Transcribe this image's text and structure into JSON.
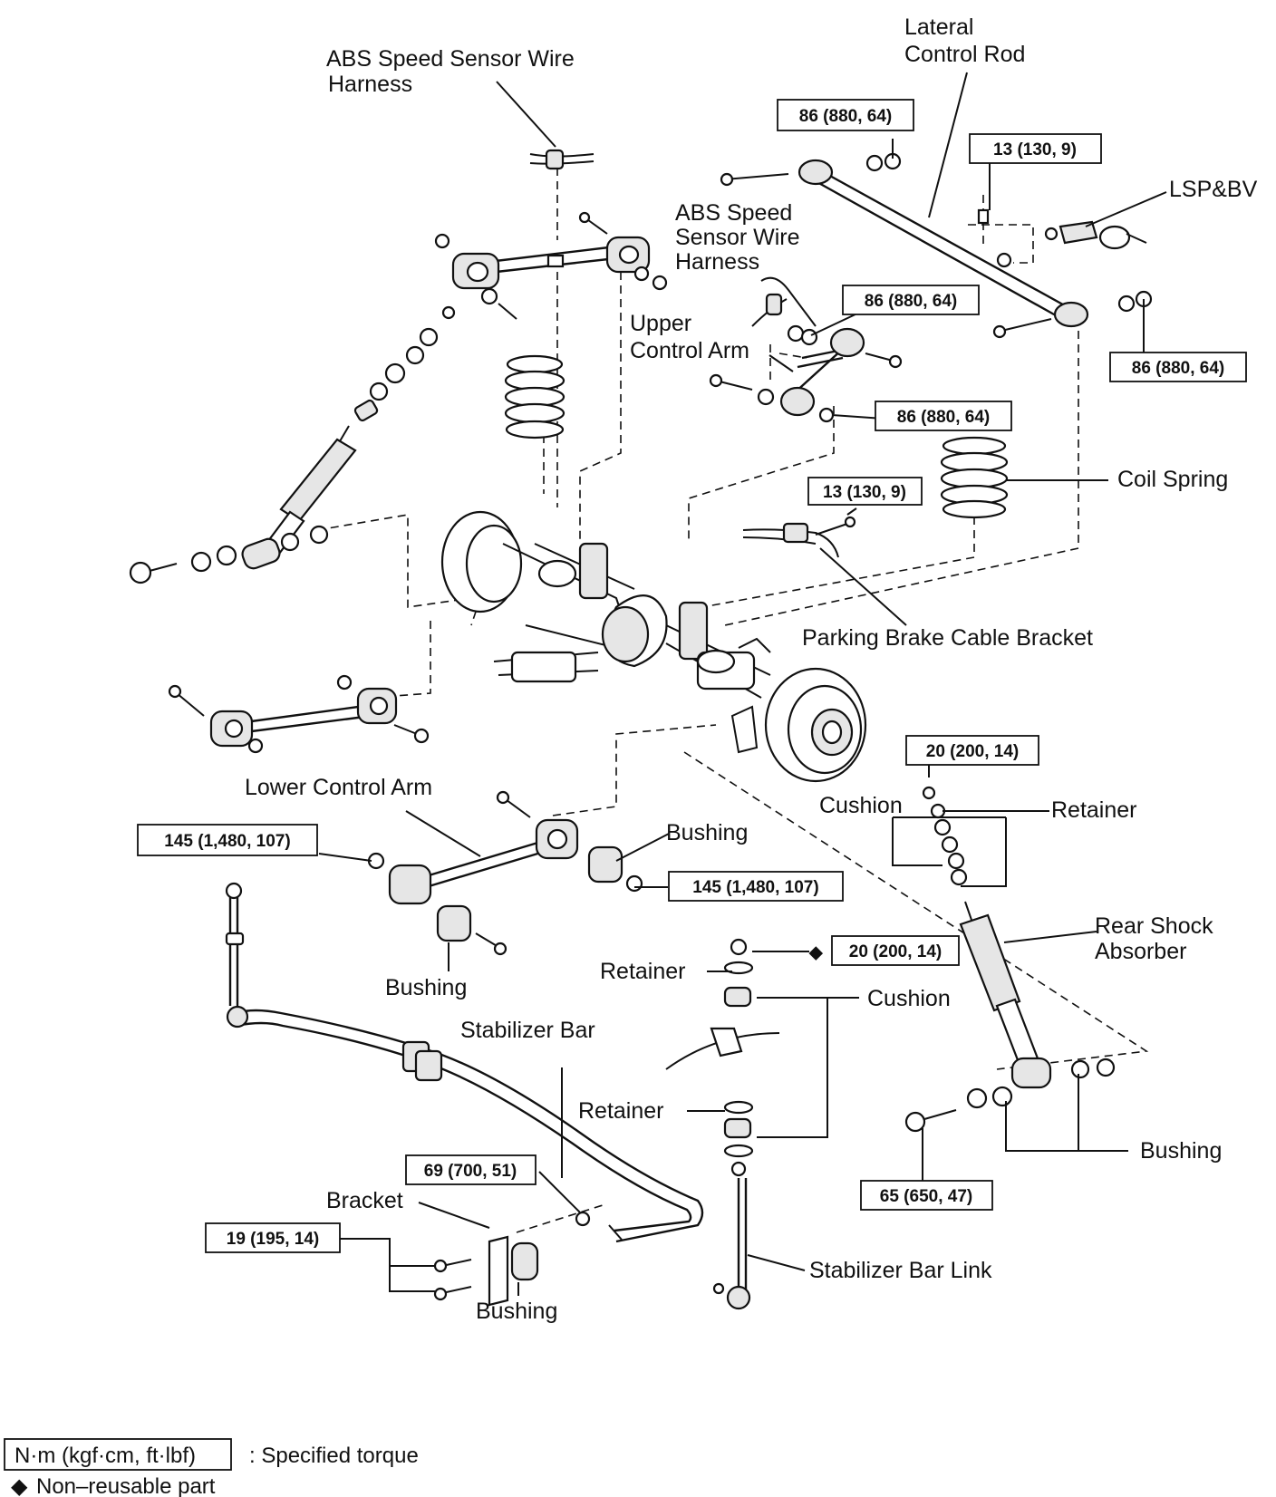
{
  "labels": {
    "abs_harness_upper": [
      "ABS Speed Sensor Wire",
      "Harness"
    ],
    "lateral_control_rod": [
      "Lateral",
      "Control Rod"
    ],
    "lsp_bv": "LSP&BV",
    "abs_harness_mid": [
      "ABS Speed",
      "Sensor Wire",
      "Harness"
    ],
    "upper_control_arm": [
      "Upper",
      "Control Arm"
    ],
    "coil_spring": "Coil Spring",
    "parking_brake_bracket": "Parking Brake Cable Bracket",
    "lower_control_arm": "Lower Control Arm",
    "bushing_upper_right": "Bushing",
    "bushing_under_arm": "Bushing",
    "cushion_upper": "Cushion",
    "retainer_upper": "Retainer",
    "rear_shock_absorber": [
      "Rear Shock",
      "Absorber"
    ],
    "retainer_mid": "Retainer",
    "cushion_mid": "Cushion",
    "stabilizer_bar": "Stabilizer Bar",
    "retainer_lower": "Retainer",
    "bushing_shock": "Bushing",
    "bracket": "Bracket",
    "bushing_bottom": "Bushing",
    "stabilizer_bar_link": "Stabilizer Bar Link"
  },
  "torques": {
    "t1": "86 (880, 64)",
    "t2": "13 (130, 9)",
    "t3": "86 (880, 64)",
    "t4": "86 (880, 64)",
    "t5": "86 (880, 64)",
    "t6": "13 (130, 9)",
    "t7": "20 (200, 14)",
    "t8": "145 (1,480, 107)",
    "t9": "145 (1,480, 107)",
    "t10": "20 (200, 14)",
    "t11": "69 (700, 51)",
    "t12": "19 (195, 14)",
    "t13": "65 (650, 47)"
  },
  "legend": {
    "torque_unit": "N·m (kgf·cm, ft·lbf)",
    "torque_desc": ": Specified torque",
    "nonreusable_symbol": "◆",
    "nonreusable_desc": "Non–reusable part"
  }
}
